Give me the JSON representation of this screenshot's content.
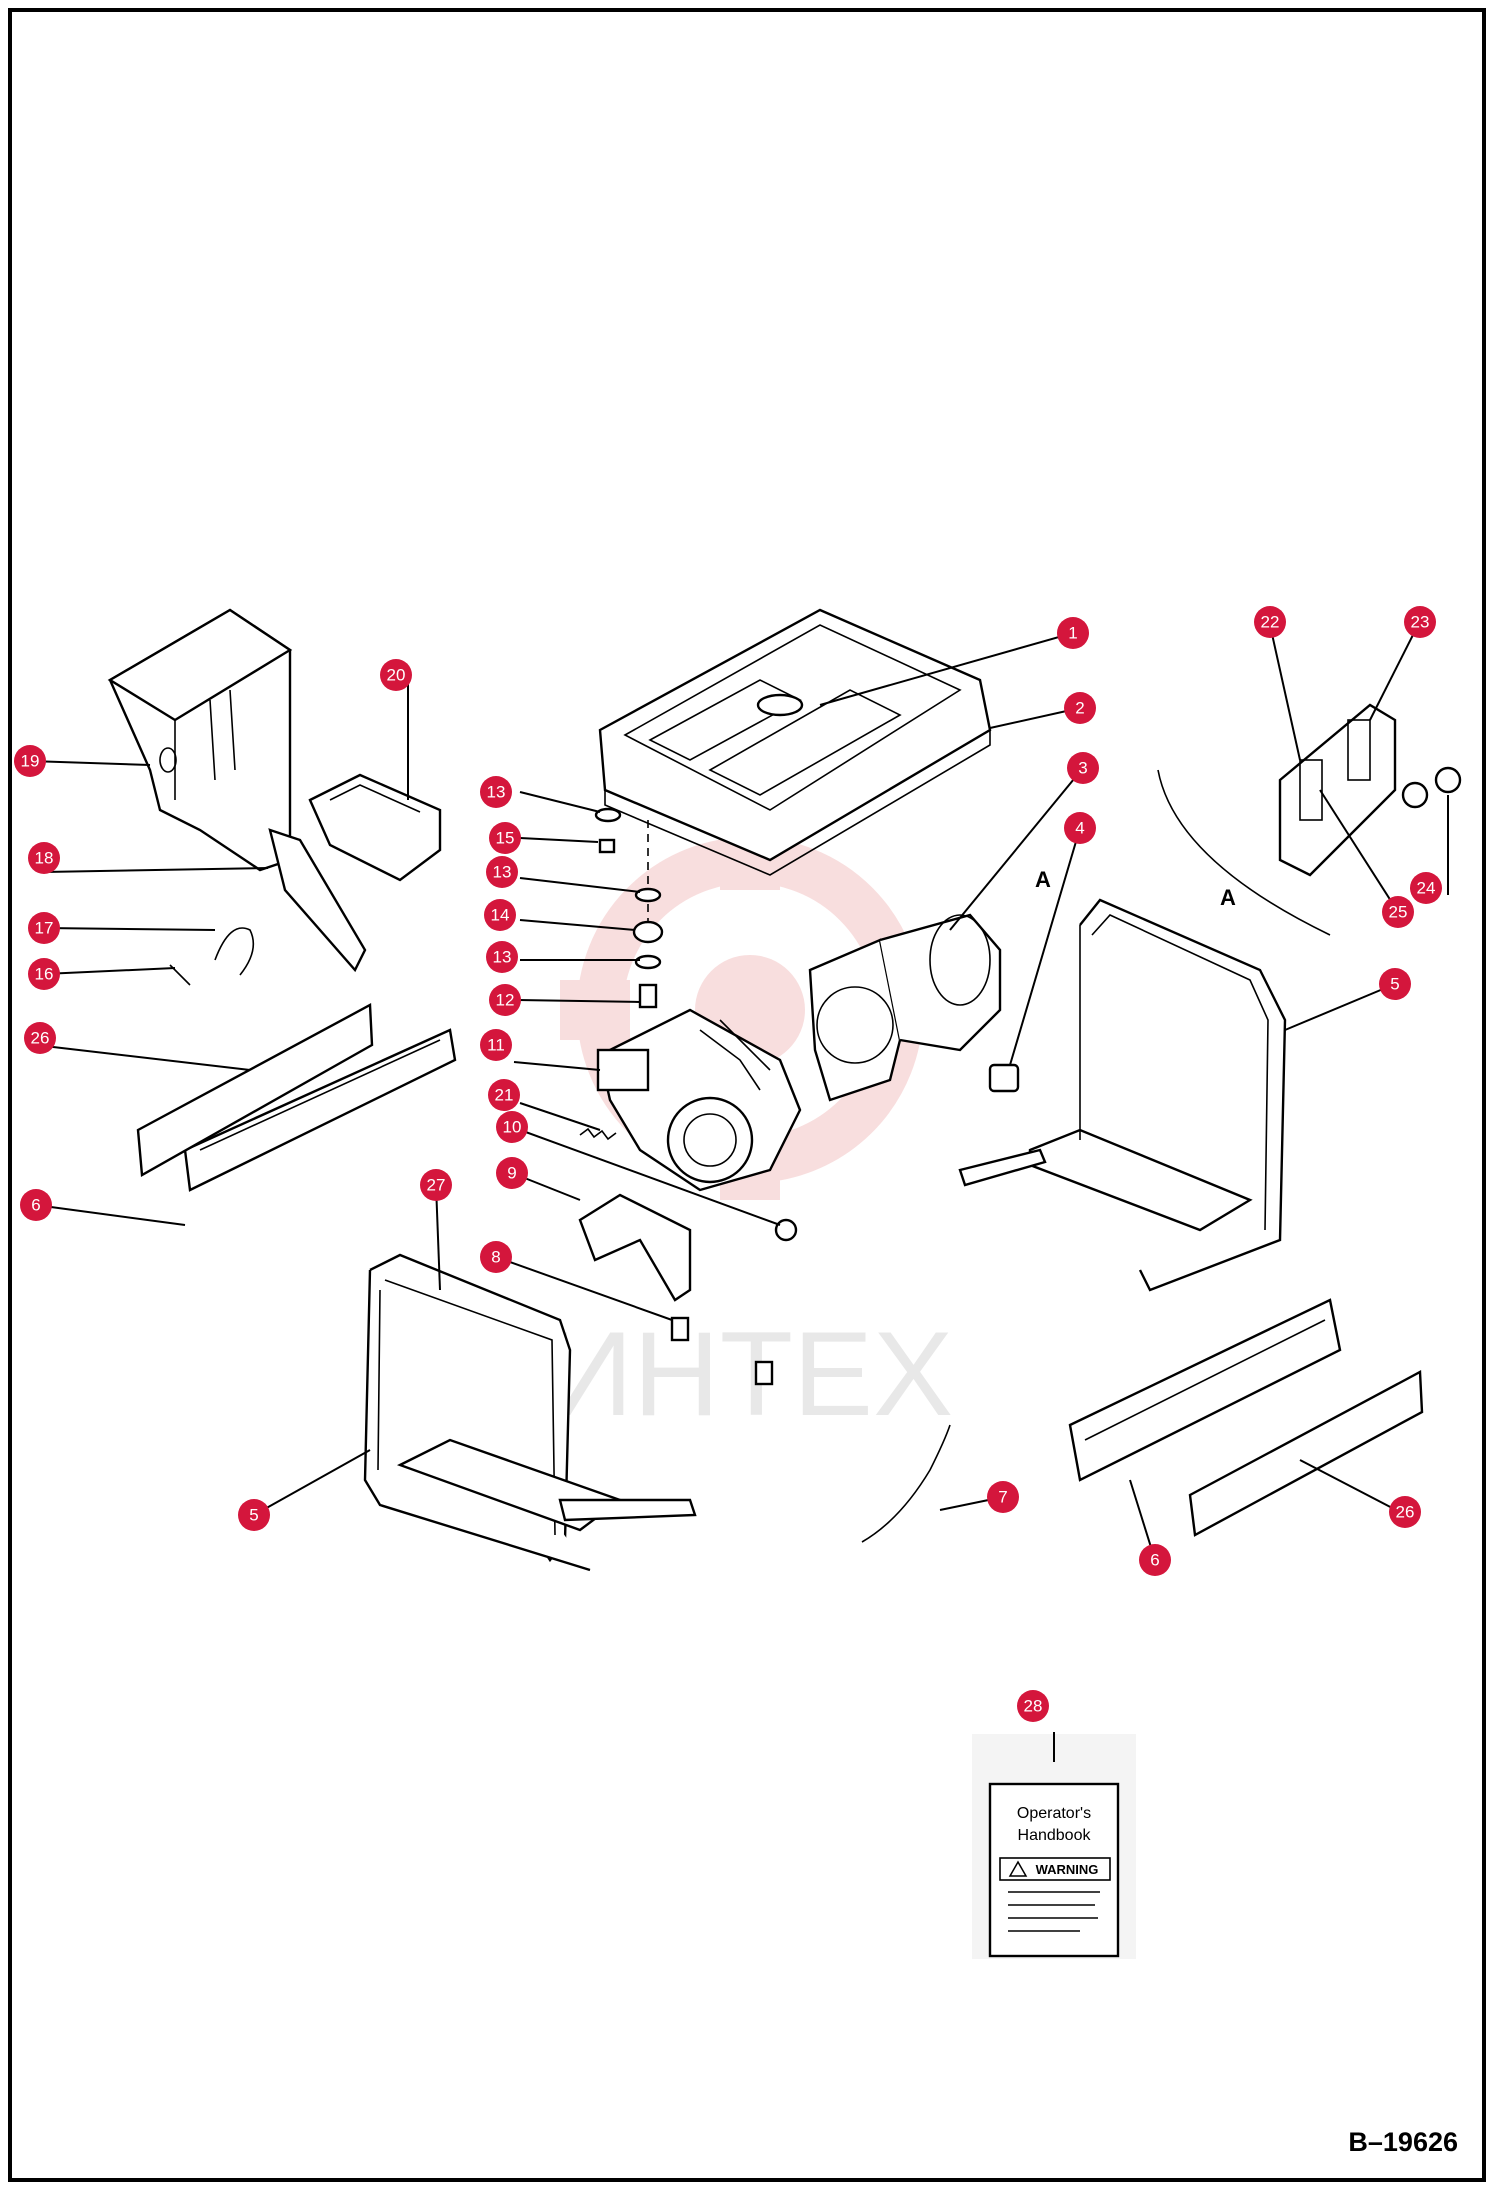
{
  "drawing_number": "B–19626",
  "watermark": "ИНТЕХ",
  "handbook": {
    "title_line1": "Operator's",
    "title_line2": "Handbook",
    "warning": "WARNING"
  },
  "letter_callouts": [
    "A",
    "A"
  ],
  "colors": {
    "callout_fill": "#d4163c",
    "callout_text": "#ffffff",
    "watermark": "#f3c4c4",
    "line": "#000000"
  },
  "callouts": [
    {
      "label": "1"
    },
    {
      "label": "2"
    },
    {
      "label": "3"
    },
    {
      "label": "4"
    },
    {
      "label": "5"
    },
    {
      "label": "5"
    },
    {
      "label": "6"
    },
    {
      "label": "6"
    },
    {
      "label": "7"
    },
    {
      "label": "8"
    },
    {
      "label": "9"
    },
    {
      "label": "10"
    },
    {
      "label": "11"
    },
    {
      "label": "12"
    },
    {
      "label": "13"
    },
    {
      "label": "13"
    },
    {
      "label": "13"
    },
    {
      "label": "14"
    },
    {
      "label": "15"
    },
    {
      "label": "16"
    },
    {
      "label": "17"
    },
    {
      "label": "18"
    },
    {
      "label": "19"
    },
    {
      "label": "20"
    },
    {
      "label": "21"
    },
    {
      "label": "22"
    },
    {
      "label": "23"
    },
    {
      "label": "24"
    },
    {
      "label": "25"
    },
    {
      "label": "26"
    },
    {
      "label": "26"
    },
    {
      "label": "27"
    },
    {
      "label": "28"
    }
  ]
}
